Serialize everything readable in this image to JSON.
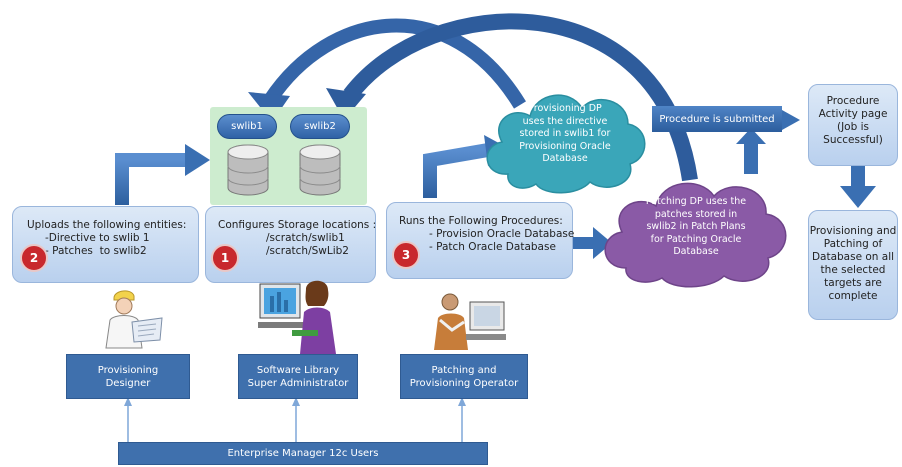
{
  "step2": {
    "badge": "2",
    "lines": [
      "Uploads the following entities:",
      "-Directive to swlib 1",
      "- Patches  to swlib2"
    ]
  },
  "step1": {
    "badge": "1",
    "lines": [
      "Configures Storage locations :",
      "/scratch/swlib1",
      "/scratch/SwLib2"
    ]
  },
  "step3": {
    "badge": "3",
    "lines": [
      "Runs the Following Procedures:",
      "- Provision Oracle Database",
      "- Patch Oracle Database"
    ]
  },
  "storage": {
    "swlib1": "swlib1",
    "swlib2": "swlib2"
  },
  "cloud_teal": {
    "lines": [
      "Provisioning DP",
      "uses the directive",
      "stored in swlib1 for",
      "Provisioning Oracle",
      "Database"
    ],
    "color": "#3aa6b9"
  },
  "cloud_purple": {
    "lines": [
      "Patching DP uses the",
      "patches stored in",
      "swlib2 in Patch Plans",
      "for Patching Oracle",
      "Database"
    ],
    "color": "#8a5aa6"
  },
  "submitted": "Procedure is submitted",
  "activity": {
    "lines": [
      "Procedure",
      "Activity page",
      "(Job is",
      "Successful)"
    ]
  },
  "complete": {
    "lines": [
      "Provisioning and",
      "Patching of",
      "Database on all",
      "the selected",
      "targets are",
      "complete"
    ]
  },
  "roles": {
    "designer": [
      "Provisioning",
      "Designer"
    ],
    "admin": [
      "Software Library",
      "Super Administrator"
    ],
    "operator": [
      "Patching and",
      "Provisioning Operator"
    ]
  },
  "users_bar": "Enterprise Manager 12c Users",
  "colors": {
    "arrow": "#3a6fb2",
    "role_box": "#3f70ad",
    "badge": "#c8282d",
    "storage_bg": "#cdeccf"
  }
}
